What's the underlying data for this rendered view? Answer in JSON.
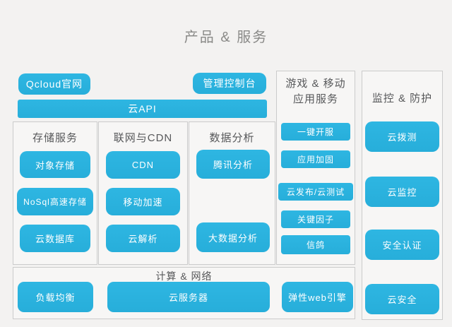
{
  "title": "产品 & 服务",
  "colors": {
    "accent": "#2eb6e2",
    "accent_dark": "#27aeda",
    "page_bg": "#f3f2f1",
    "panel_bg": "#f7f6f5",
    "panel_border": "#cbcbcb",
    "title_text": "#8a8a88",
    "header_text": "#57585a"
  },
  "top": {
    "qcloud": "Qcloud官网",
    "console": "管理控制台",
    "api": "云API"
  },
  "columns": [
    {
      "header": "存储服务",
      "items": [
        "对象存储",
        "NoSql高速存储",
        "云数据库"
      ]
    },
    {
      "header": "联网与CDN",
      "items": [
        "CDN",
        "移动加速",
        "云解析"
      ]
    },
    {
      "header": "数据分析",
      "items": [
        "腾讯分析",
        "大数据分析"
      ]
    },
    {
      "header": "游戏 & 移动应用服务",
      "header_line1": "游戏 & 移动",
      "header_line2": "应用服务",
      "items": [
        "一键开服",
        "应用加固",
        "云发布/云测试",
        "关键因子",
        "信鸽"
      ]
    },
    {
      "header": "监控 & 防护",
      "items": [
        "云拨测",
        "云监控",
        "安全认证",
        "云安全"
      ]
    }
  ],
  "bottom": {
    "header": "计算 & 网络",
    "items": [
      "负载均衡",
      "云服务器",
      "弹性web引擎"
    ]
  }
}
